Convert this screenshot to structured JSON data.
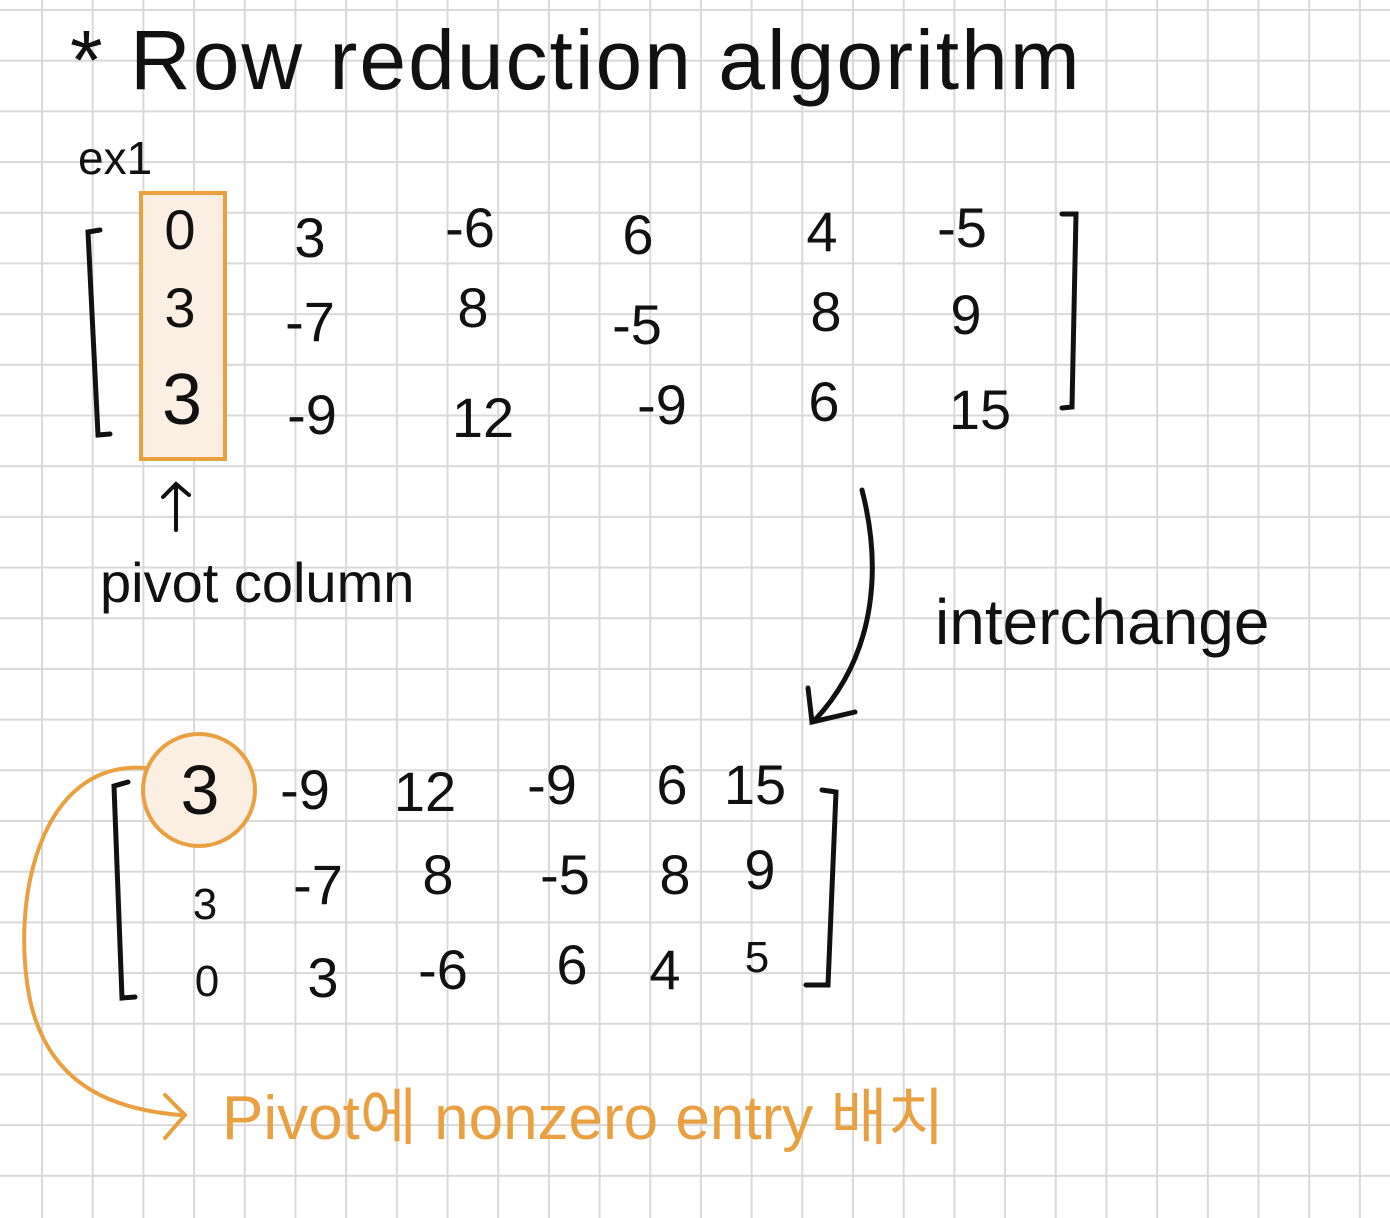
{
  "title": "* Row reduction algorithm",
  "example_label": "ex1",
  "matrix_original": [
    [
      "0",
      "3",
      "-6",
      "6",
      "4",
      "-5"
    ],
    [
      "3",
      "-7",
      "8",
      "-5",
      "8",
      "9"
    ],
    [
      "3",
      "-9",
      "12",
      "-9",
      "6",
      "15"
    ]
  ],
  "pivot_column_label": "pivot column",
  "operation_label": "interchange",
  "matrix_interchanged": [
    [
      "3",
      "-9",
      "12",
      "-9",
      "6",
      "15"
    ],
    [
      "3",
      "-7",
      "8",
      "-5",
      "8",
      "9"
    ],
    [
      "0",
      "3",
      "-6",
      "6",
      "4",
      "5"
    ]
  ],
  "note": "Pivot에 nonzero entry 배치",
  "colors": {
    "ink": "#111111",
    "highlight": "#e9a041",
    "highlight_fill": "#fbefe3",
    "grid": "#d9d9d9"
  }
}
